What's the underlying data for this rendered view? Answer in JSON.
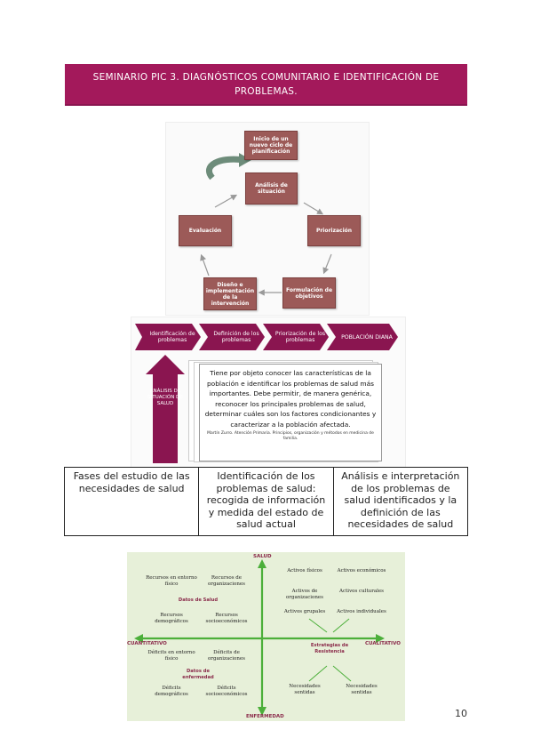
{
  "header": {
    "title": "SEMINARIO PIC 3. DIAGNÓSTICOS COMUNITARIO E IDENTIFICACIÓN DE PROBLEMAS."
  },
  "cycle": {
    "start": "Inicio de un nuevo ciclo de planificación",
    "analysis": "Análisis de situación",
    "prioritization": "Priorización",
    "objectives": "Formulación de objetivos",
    "design": "Diseño e implementación de la intervención",
    "evaluation": "Evaluación"
  },
  "flow": {
    "steps": [
      "Identificación de problemas",
      "Definición de los problemas",
      "Priorización de los problemas",
      "POBLACIÓN DIANA"
    ],
    "arrow_label": "ANÁLISIS DE SITUACIÓN DE SALUD",
    "description": "Tiene por objeto conocer las características de la población e identificar los problemas de salud más importantes. Debe permitir, de manera genérica, reconocer los principales problemas de salud, determinar cuáles son los factores condicionantes y caracterizar a la población afectada.",
    "citation": "Martín Zurro. Atención Primaria. Principios, organización y métodos en medicina de familia."
  },
  "table": {
    "cells": [
      "Fases del estudio de las necesidades de salud",
      "Identificación de los problemas de salud: recogida de información y medida del estado de salud actual",
      "Análisis e interpretación de los problemas de salud identificados y la definición de las necesidades de salud"
    ]
  },
  "quadrant": {
    "axis_top": "SALUD",
    "axis_bottom": "ENFERMEDAD",
    "axis_left": "CUANTITATIVO",
    "axis_right": "CUALITATIVO",
    "items": {
      "recursos_entorno": "Recursos en entorno físico",
      "recursos_organizaciones": "Recursos de organizaciones",
      "datos_salud": "Datos de Salud",
      "recursos_demograficos": "Recursos demográficos",
      "recursos_socioeconomicos": "Recursos socioeconómicos",
      "activos_fisicos": "Activos físicos",
      "activos_economicos": "Activos económicos",
      "activos_organizaciones": "Activos de organizaciones",
      "activos_culturales": "Activos culturales",
      "activos_grupales": "Activos grupales",
      "activos_individuales": "Activos individuales",
      "deficits_entorno": "Déficits en entorno físico",
      "deficits_organizaciones": "Déficits de organizaciones",
      "datos_enfermedad": "Datos de enfermedad",
      "deficits_demograficos": "Déficits demográficos",
      "deficits_socioeconomicos": "Déficits socioeconómicos",
      "estrategias_resistencia": "Estrategias de Resistencia",
      "necesidades_sentidas_grupo": "Necesidades sentidas",
      "necesidades_sentidas": "Necesidades sentidas"
    }
  },
  "footer": {
    "page_number": "10"
  },
  "colors": {
    "banner": "#a3195b",
    "cycle_box": "#9c5a58",
    "chevron": "#8a1550",
    "quadrant_bg": "#e7f0d9",
    "quadrant_axis": "#4caf3a"
  }
}
